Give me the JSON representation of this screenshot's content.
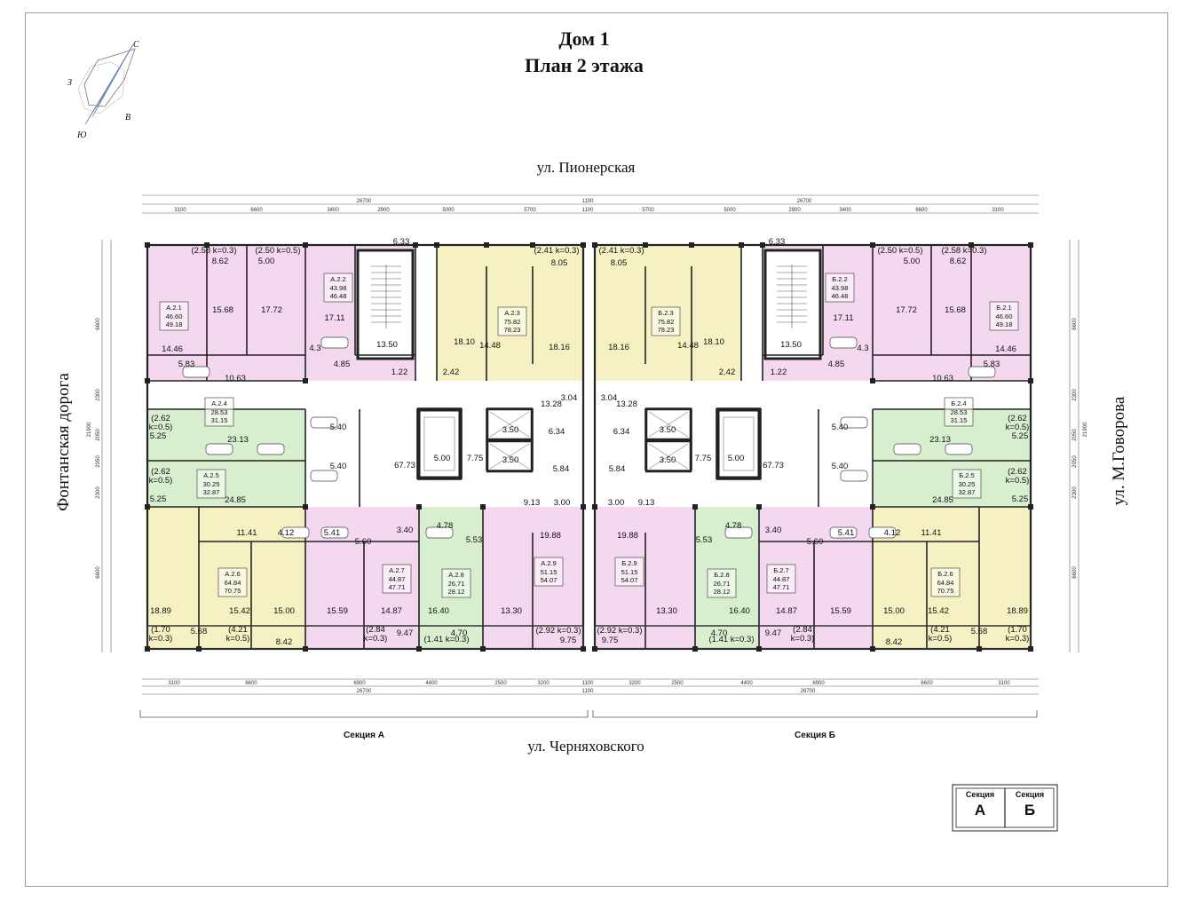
{
  "title": {
    "line1": "Дом 1",
    "line2": "План 2 этажа"
  },
  "compass": {
    "north": "С",
    "south": "Ю",
    "west": "З",
    "east": "В"
  },
  "streets": {
    "top": "ул. Пионерская",
    "bottom": "ул. Черняховского",
    "left": "Фонтанская дорога",
    "right": "ул. М.Говорова"
  },
  "section_labels": {
    "a": "Секция А",
    "b": "Секция Б"
  },
  "key_plan": {
    "a_word": "Секция",
    "a_letter": "А",
    "b_word": "Секция",
    "b_letter": "Б"
  },
  "colors": {
    "pink": "#f3d8ef",
    "yellow": "#f6f1c3",
    "green": "#d8efcf",
    "wall": "#222222",
    "corridor": "#ffffff"
  },
  "dimensions": {
    "top_a": [
      "3100",
      "6600",
      "3400",
      "2900",
      "5000",
      "5700"
    ],
    "top_b": [
      "5700",
      "5000",
      "2900",
      "3400",
      "6600",
      "3100"
    ],
    "bottom_a": [
      "3100",
      "6600",
      "6900",
      "4400",
      "2500",
      "3200"
    ],
    "bottom_b": [
      "3200",
      "2500",
      "4400",
      "6900",
      "6600",
      "3100"
    ],
    "overall": "26700",
    "joint": "1100",
    "side": [
      "6600",
      "2300",
      "2050",
      "2050",
      "2300",
      "6600"
    ],
    "side_total": "21900"
  },
  "section_a": {
    "apartments": [
      {
        "id": "А.2.1",
        "area": "46.60",
        "total": "49.18"
      },
      {
        "id": "А.2.2",
        "area": "43.98",
        "total": "46.48"
      },
      {
        "id": "А.2.3",
        "area": "75.82",
        "total": "78.23"
      },
      {
        "id": "А.2.4",
        "area": "28.53",
        "total": "31.15"
      },
      {
        "id": "А.2.5",
        "area": "30.25",
        "total": "32.87"
      },
      {
        "id": "А.2.6",
        "area": "64.84",
        "total": "70.75"
      },
      {
        "id": "А.2.7",
        "area": "44.87",
        "total": "47.71"
      },
      {
        "id": "А.2.8",
        "area": "26,71",
        "total": "28.12"
      },
      {
        "id": "А.2.9",
        "area": "51.15",
        "total": "54.07"
      }
    ],
    "rooms": [
      "8.62",
      "15.68",
      "14.46",
      "5.83",
      "5.00",
      "17.72",
      "10.63",
      "17.11",
      "4.3",
      "4.85",
      "6.33",
      "13.50",
      "1.22",
      "8.05",
      "18.10",
      "14.48",
      "18.16",
      "2.42",
      "13.28",
      "3.04",
      "5.25",
      "23.13",
      "5.40",
      "5.40",
      "67.73",
      "5.00",
      "7.75",
      "3.50",
      "3.50",
      "6.34",
      "5.84",
      "5.25",
      "24.85",
      "11.41",
      "4.12",
      "5.41",
      "5.60",
      "3.40",
      "4.78",
      "5.53",
      "9.13",
      "3.00",
      "19.88",
      "18.89",
      "15.42",
      "15.00",
      "15.59",
      "14.87",
      "16.40",
      "13.30",
      "5.68",
      "8.42",
      "9.47",
      "4.70",
      "9.75"
    ],
    "balconies": [
      "(2.58 k=0.3)",
      "(2.50 k=0.5)",
      "(2.41 k=0.3)",
      "(2.62",
      "k=0.5)",
      "(2.62",
      "k=0.5)",
      "(1.70",
      "k=0.3)",
      "(4.21",
      "k=0.5)",
      "(2.84",
      "k=0.3)",
      "(1.41 k=0.3)",
      "(2.92 k=0.3)"
    ]
  },
  "section_b": {
    "apartments": [
      {
        "id": "Б.2.1",
        "area": "46.60",
        "total": "49.18"
      },
      {
        "id": "Б.2.2",
        "area": "43.98",
        "total": "46.48"
      },
      {
        "id": "Б.2.3",
        "area": "75.82",
        "total": "78.23"
      },
      {
        "id": "Б.2.4",
        "area": "28.53",
        "total": "31.15"
      },
      {
        "id": "Б.2.5",
        "area": "30.25",
        "total": "32.87"
      },
      {
        "id": "Б.2.6",
        "area": "64.84",
        "total": "70.75"
      },
      {
        "id": "Б.2.7",
        "area": "44.87",
        "total": "47.71"
      },
      {
        "id": "Б.2.8",
        "area": "26,71",
        "total": "28.12"
      },
      {
        "id": "Б.2.9",
        "area": "51.15",
        "total": "54.07"
      }
    ],
    "rooms": [
      "8.62",
      "15.68",
      "14.46",
      "5.83",
      "5.00",
      "17.72",
      "10.63",
      "17.11",
      "4.3",
      "4.85",
      "6.33",
      "13.50",
      "1.22",
      "8.05",
      "18.10",
      "14.48",
      "18.16",
      "2.42",
      "13.28",
      "3.04",
      "5.25",
      "23.13",
      "5.40",
      "5.40",
      "67.73",
      "5.00",
      "7.75",
      "3.50",
      "3.50",
      "6.34",
      "5.84",
      "5.25",
      "24.85",
      "11.41",
      "4.12",
      "5.41",
      "5.60",
      "3.40",
      "4.78",
      "5.53",
      "9.13",
      "3.00",
      "19.88",
      "18.89",
      "15.42",
      "15.00",
      "15.59",
      "14.87",
      "16.40",
      "13.30",
      "5.68",
      "8.42",
      "9.47",
      "4.70",
      "9.75"
    ],
    "balconies": [
      "(2.58 k=0.3)",
      "(2.50 k=0.5)",
      "(2.41 k=0.3)",
      "(2.62",
      "k=0.5)",
      "(2.62",
      "k=0.5)",
      "(1.70",
      "k=0.3)",
      "(4.21",
      "k=0.5)",
      "(2.84",
      "k=0.3)",
      "(1.41 k=0.3)",
      "(2.92 k=0.3)"
    ]
  }
}
